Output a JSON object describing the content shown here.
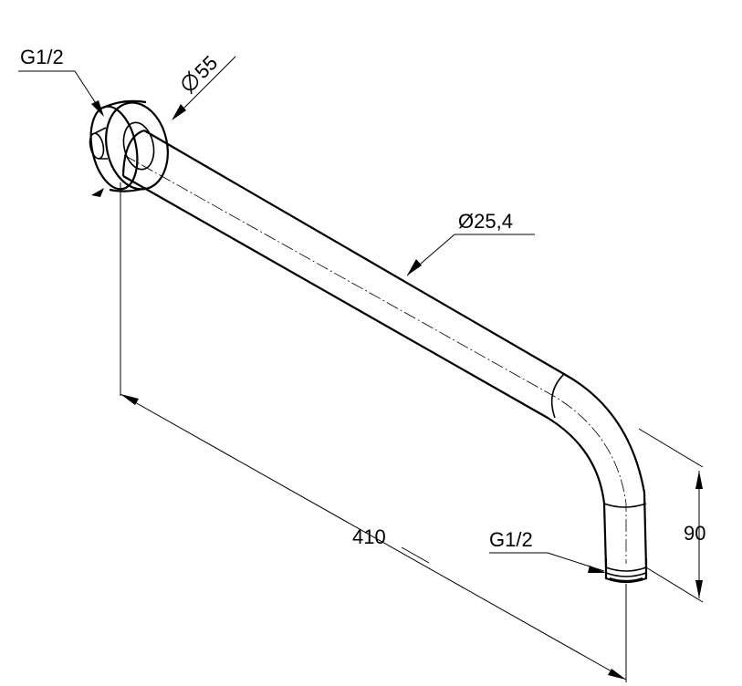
{
  "diagram": {
    "labels": {
      "inlet_thread": "G1/2",
      "flange_diameter": "55",
      "tube_diameter": "Ø25,4",
      "arm_length": "410",
      "outlet_thread": "G1/2",
      "drop_height": "90"
    },
    "symbols": {
      "diameter_symbol": "diameter-icon"
    },
    "colors": {
      "line": "#000000",
      "background": "#ffffff"
    }
  }
}
